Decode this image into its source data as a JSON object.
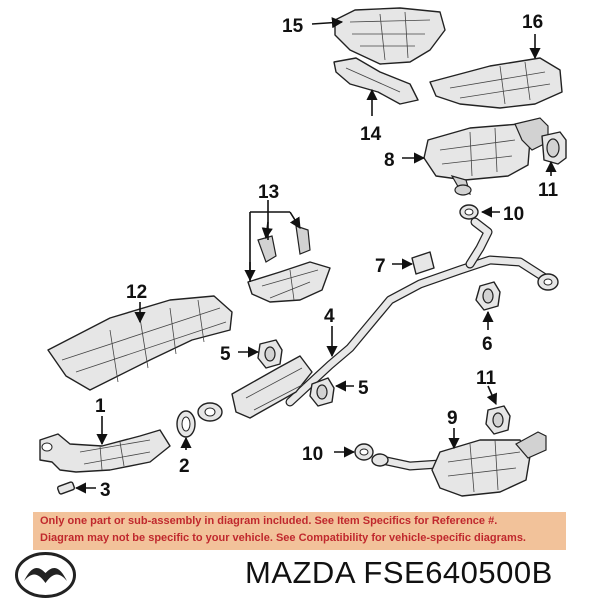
{
  "diagram": {
    "callouts": {
      "c15": "15",
      "c16": "16",
      "c14": "14",
      "c8": "8",
      "c11a": "11",
      "c10a": "10",
      "c13": "13",
      "c7": "7",
      "c12": "12",
      "c4": "4",
      "c6": "6",
      "c5a": "5",
      "c5b": "5",
      "c1": "1",
      "c11b": "11",
      "c9": "9",
      "c2": "2",
      "c10b": "10",
      "c3": "3"
    }
  },
  "notice": {
    "line1": "Only one part or sub-assembly in diagram included. See Item Specifics for Reference #.",
    "line2": "Diagram may not be specific to your vehicle. See Compatibility for vehicle-specific diagrams.",
    "text_color": "#c0282d",
    "background": "#f2c29a"
  },
  "brand": {
    "logo": "mazda-logo-icon",
    "title": "MAZDA FSE640500B"
  }
}
